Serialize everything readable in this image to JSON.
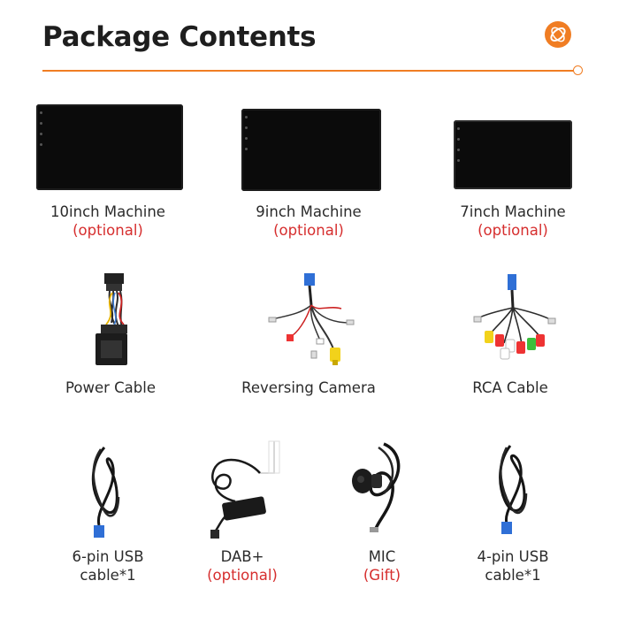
{
  "header": {
    "title": "Package Contents"
  },
  "colors": {
    "accent": "#f07d23",
    "note_red": "#d62e2e"
  },
  "items": [
    {
      "label": "10inch Machine",
      "note": "(optional)",
      "icon": "head-unit-10inch"
    },
    {
      "label": "9inch Machine",
      "note": "(optional)",
      "icon": "head-unit-9inch"
    },
    {
      "label": "7inch Machine",
      "note": "(optional)",
      "icon": "head-unit-7inch"
    },
    {
      "label": "Power Cable",
      "note": "",
      "icon": "power-cable"
    },
    {
      "label": "Reversing Camera",
      "note": "",
      "icon": "reversing-camera-cable"
    },
    {
      "label": "RCA Cable",
      "note": "",
      "icon": "rca-cable"
    },
    {
      "label": "6-pin USB",
      "label2": "cable*1",
      "note": "",
      "icon": "usb-cable-6pin"
    },
    {
      "label": "DAB+",
      "note": "(optional)",
      "icon": "dab-antenna"
    },
    {
      "label": "MIC",
      "note": "(Gift)",
      "icon": "microphone"
    },
    {
      "label": "4-pin USB",
      "label2": "cable*1",
      "note": "",
      "icon": "usb-cable-4pin"
    }
  ]
}
